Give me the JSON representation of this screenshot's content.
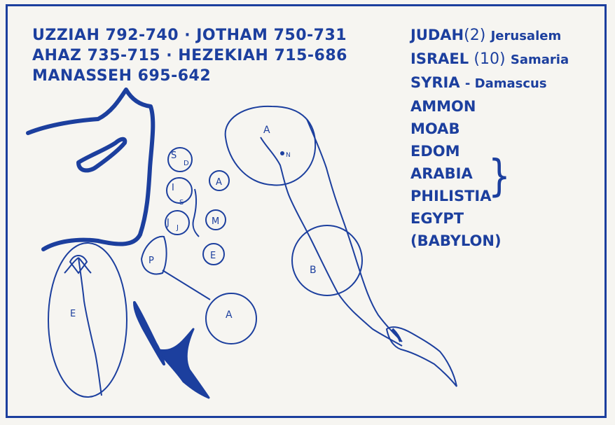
{
  "kings": {
    "line1": "UZZIAH 792-740 · JOTHAM 750-731",
    "line2": "AHAZ 735-715 · HEZEKIAH 715-686",
    "line3": "MANASSEH 695-642"
  },
  "nations": {
    "judah": "JUDAH",
    "judah_count": "(2)",
    "judah_capital": "Jerusalem",
    "israel": "ISRAEL",
    "israel_count": "(10)",
    "israel_capital": "Samaria",
    "syria": "SYRIA",
    "syria_capital": "- Damascus",
    "ammon": "AMMON",
    "moab": "MOAB",
    "edom": "EDOM",
    "arabia": "ARABIA",
    "philistia": "PHILISTIA",
    "egypt": "EGYPT",
    "babylon": "(BABYLON)",
    "brace": "}"
  },
  "map_labels": {
    "syria": "S",
    "damascus": "D",
    "israel": "I",
    "samaria": "S",
    "judah": "J",
    "jerusalem": "J",
    "ammon": "A",
    "moab": "M",
    "edom": "E",
    "philistia": "P",
    "arabia": "A",
    "assyria": "A",
    "nineveh": "N",
    "babylon": "B",
    "egypt": "E"
  },
  "colors": {
    "ink": "#1c3f9e",
    "paper": "#f6f5f1"
  }
}
